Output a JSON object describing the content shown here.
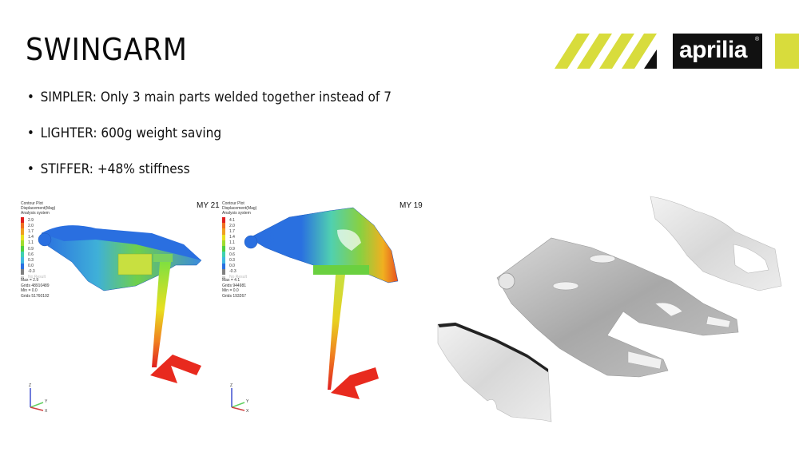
{
  "slide": {
    "title": "SWINGARM",
    "bullets": [
      {
        "marker": "•",
        "text": "SIMPLER: Only 3 main parts welded together instead of 7"
      },
      {
        "marker": "•",
        "text": "LIGHTER: 600g weight saving"
      },
      {
        "marker": "•",
        "text": "STIFFER: +48% stiffness"
      }
    ],
    "logo": {
      "brand": "aprilia",
      "registered": "®",
      "stripe_color": "#d8dc3c",
      "box_color": "#111111"
    },
    "plots": [
      {
        "label": "MY 21",
        "legend_title": [
          "Contour Plot",
          "Displacement(Mag)",
          "Analysis system"
        ],
        "scale": [
          "2.9",
          "2.0",
          "1.7",
          "1.4",
          "1.1",
          "0.9",
          "0.6",
          "0.3",
          "0.0",
          "-0.3"
        ],
        "no_result": "No Result",
        "stats": [
          "Max = 2.9",
          "Grids 48910489",
          "Min = 0.0",
          "Grids 51760102"
        ],
        "axes": {
          "z": "Z",
          "y": "Y",
          "x": "X"
        }
      },
      {
        "label": "MY 19",
        "legend_title": [
          "Contour Plot",
          "Displacement(Mag)",
          "Analysis system"
        ],
        "scale": [
          "4.1",
          "2.0",
          "1.7",
          "1.4",
          "1.1",
          "0.9",
          "0.6",
          "0.3",
          "0.0",
          "-0.3"
        ],
        "no_result": "No Result",
        "stats": [
          "Max = 4.1",
          "Grids 944981",
          "Min = 0.0",
          "Grids 193267"
        ],
        "axes": {
          "z": "Z",
          "y": "Y",
          "x": "X"
        }
      }
    ],
    "scale_colors": [
      "#e02020",
      "#f07020",
      "#f0a020",
      "#e8e020",
      "#a0dc30",
      "#50d040",
      "#40d0b0",
      "#40b8e0",
      "#2a70e0",
      "#808080"
    ],
    "exploded_view": {
      "description": "swingarm exploded 3D render (3 parts)"
    }
  }
}
